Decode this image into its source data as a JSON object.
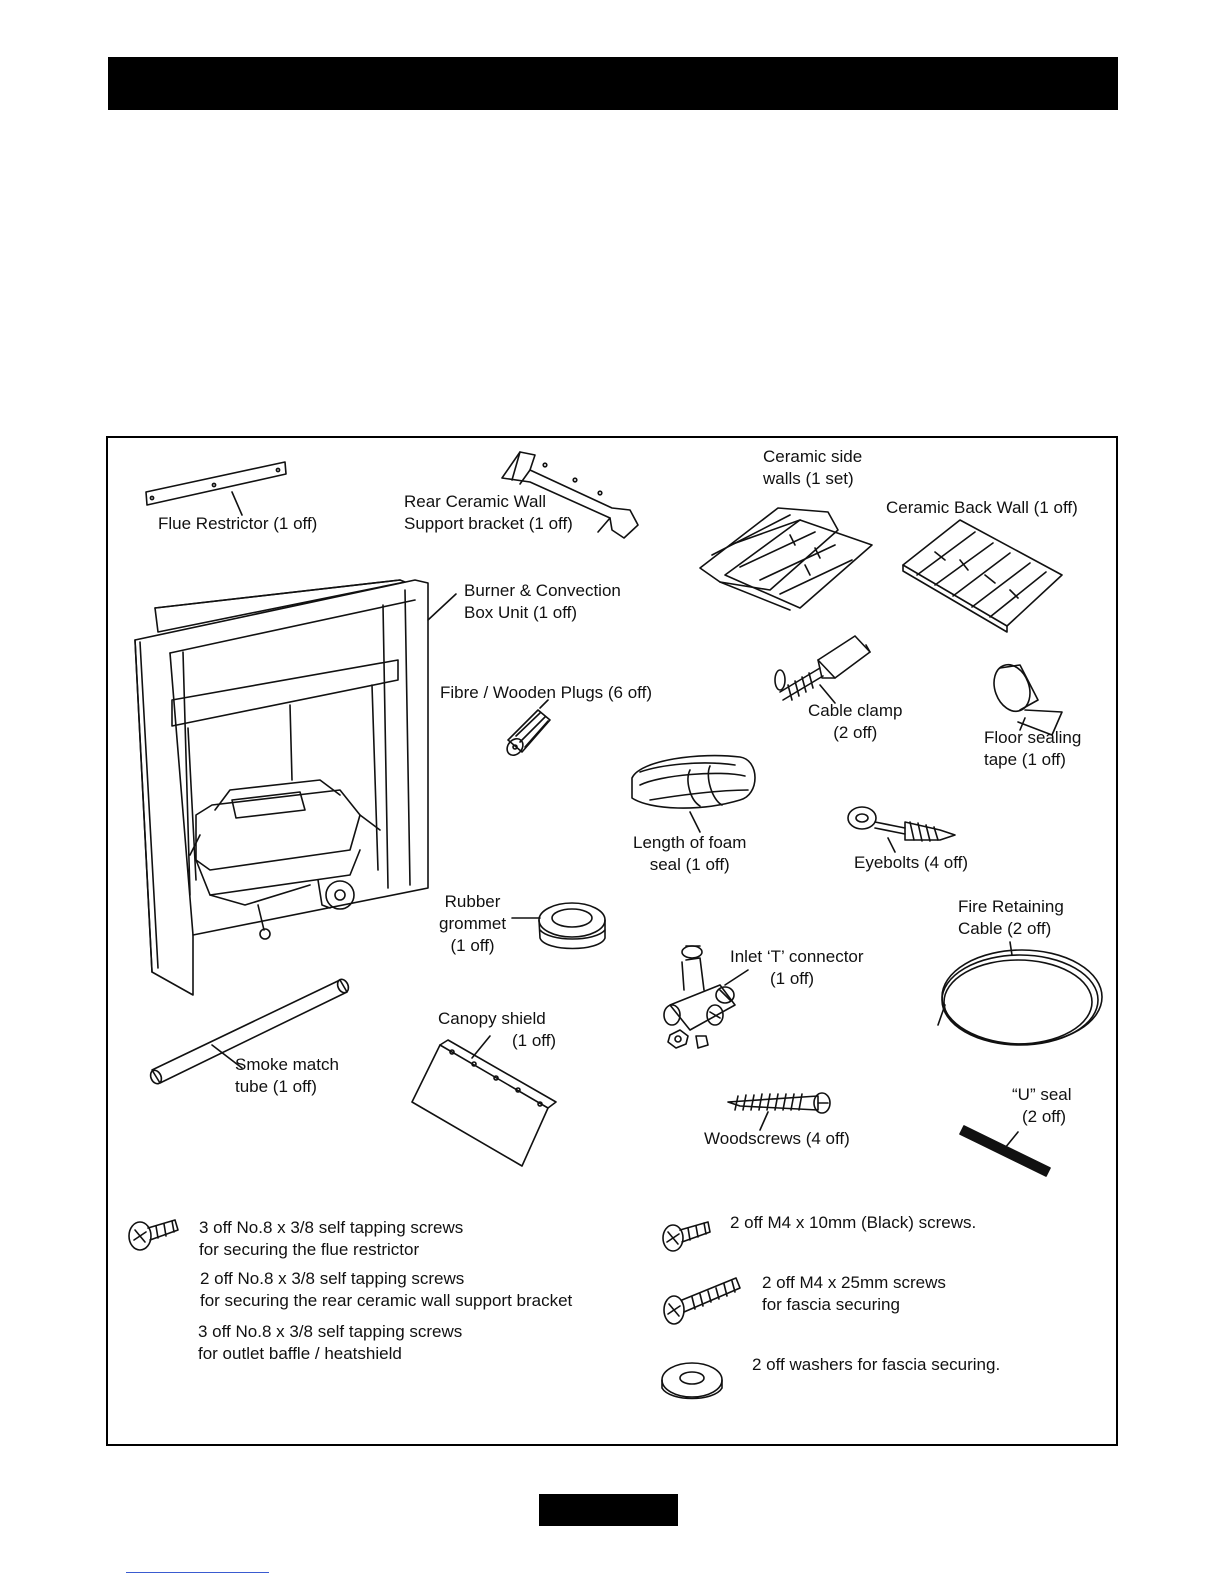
{
  "labels": {
    "flue_restrictor": "Flue Restrictor (1 off)",
    "rear_support_1": "Rear Ceramic Wall",
    "rear_support_2": "Support bracket (1 off)",
    "side_walls_1": "Ceramic side",
    "side_walls_2": "walls (1 set)",
    "back_wall": "Ceramic Back Wall (1 off)",
    "burner_1": "Burner & Convection",
    "burner_2": "Box Unit (1 off)",
    "plugs": "Fibre / Wooden Plugs (6 off)",
    "cable_clamp_1": "Cable clamp",
    "cable_clamp_2": "(2 off)",
    "floor_tape_1": "Floor sealing",
    "floor_tape_2": "tape (1 off)",
    "foam_seal_1": "Length of foam",
    "foam_seal_2": "seal (1 off)",
    "eyebolts": "Eyebolts (4 off)",
    "grommet_1": "Rubber",
    "grommet_2": "grommet",
    "grommet_3": "(1 off)",
    "fire_cable_1": "Fire Retaining",
    "fire_cable_2": "Cable (2 off)",
    "inlet_t_1": "Inlet ‘T’ connector",
    "inlet_t_2": "(1 off)",
    "smoke_tube_1": "Smoke match",
    "smoke_tube_2": "tube (1 off)",
    "canopy_1": "Canopy shield",
    "canopy_2": "(1 off)",
    "woodscrews": "Woodscrews (4 off)",
    "u_seal_1": "“U” seal",
    "u_seal_2": "(2 off)"
  },
  "screw_notes": {
    "flue_screws_1": "3 off No.8 x 3/8 self tapping screws",
    "flue_screws_2": "for securing the flue restrictor",
    "bracket_screws_1": "2 off No.8 x 3/8 self tapping screws",
    "bracket_screws_2": "for securing the rear ceramic wall support bracket",
    "baffle_screws_1": "3 off No.8 x 3/8 self tapping screws",
    "baffle_screws_2": "for outlet baffle / heatshield",
    "m4_10": "2 off M4 x 10mm (Black) screws.",
    "m4_25_1": "2 off M4 x 25mm screws",
    "m4_25_2": "for fascia securing",
    "washers": "2 off washers for fascia securing."
  }
}
